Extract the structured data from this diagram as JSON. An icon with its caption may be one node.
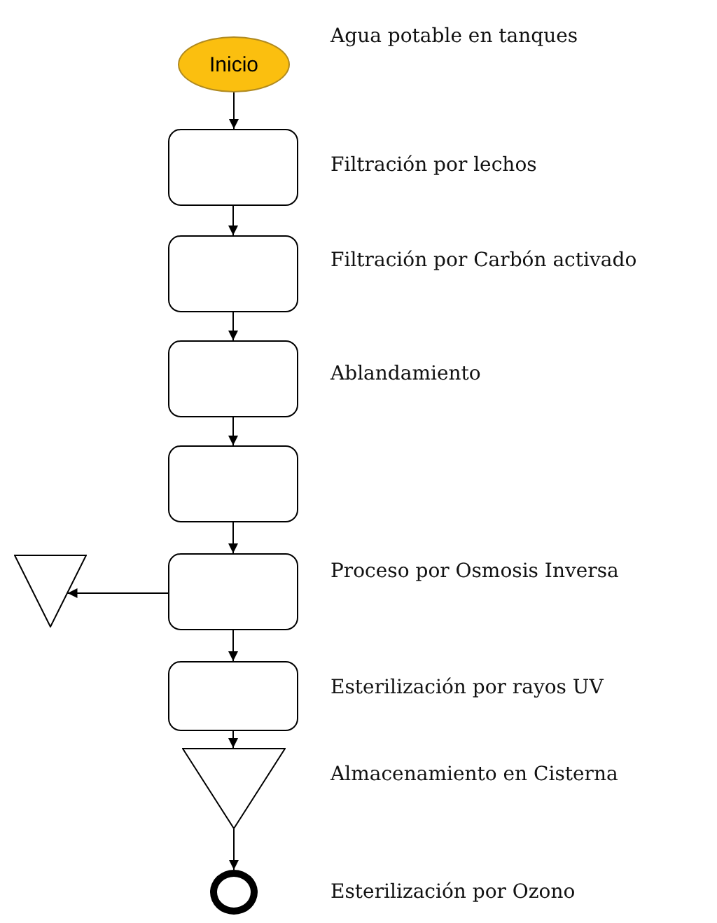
{
  "diagram": {
    "nodes": [
      {
        "text": [
          "Inicio"
        ],
        "beside": [
          "Agua potable en tanques"
        ]
      },
      {
        "text": [],
        "shape": "box",
        "beside": [
          "Filtración por lechos"
        ]
      },
      {
        "text": [],
        "shape": "box",
        "beside": [
          "Filtración por Carbón activado"
        ]
      },
      {
        "text": [],
        "shape": "box",
        "beside": [
          "Ablandamiento"
        ]
      },
      {
        "text": [],
        "shape": "box"
      },
      {
        "text": [],
        "shape": "box",
        "beside": [
          "Proceso por Osmosis Inversa"
        ]
      },
      {
        "text": [],
        "shape": "triangle"
      },
      {
        "text": [],
        "shape": "box",
        "beside": [
          "Esterilización por rayos UV"
        ]
      },
      {
        "text": [],
        "shape": "triangle",
        "beside": [
          "Almacenamiento en Cisterna"
        ]
      },
      {
        "text": [],
        "shape": "circle",
        "beside": [
          "Esterilización por Ozono"
        ]
      }
    ],
    "edges": [
      {
        "from": 0,
        "to": 1,
        "arrow": "to"
      },
      {
        "from": 1,
        "to": 2,
        "arrow": "to"
      },
      {
        "from": 2,
        "to": 3,
        "arrow": "to"
      },
      {
        "from": 3,
        "to": 4,
        "arrow": "to"
      },
      {
        "from": 4,
        "to": 5,
        "arrow": "to"
      },
      {
        "from": 5,
        "to": 6,
        "arrow": "to"
      },
      {
        "from": 5,
        "to": 7,
        "arrow": "to"
      },
      {
        "from": 7,
        "to": 8,
        "arrow": "to"
      },
      {
        "from": 8,
        "to": 9,
        "arrow": "to"
      }
    ]
  }
}
